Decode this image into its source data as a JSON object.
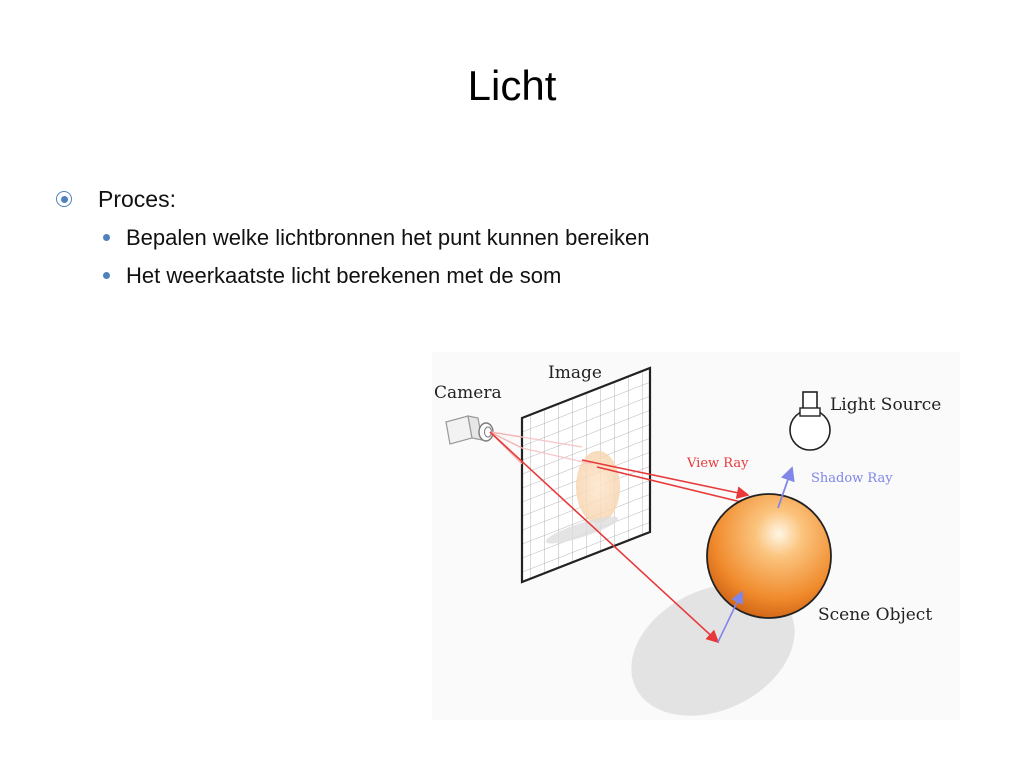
{
  "slide": {
    "title": "Licht",
    "bullets": {
      "level1": "Proces:",
      "level2": [
        "Bepalen welke lichtbronnen het punt kunnen bereiken",
        "Het weerkaatste licht berekenen met de som"
      ]
    }
  },
  "diagram": {
    "labels": {
      "camera": "Camera",
      "image": "Image",
      "light_source": "Light Source",
      "view_ray": "View Ray",
      "shadow_ray": "Shadow Ray",
      "scene_object": "Scene Object"
    },
    "colors": {
      "bullet_accent": "#4f81bd",
      "view_ray": "#e8393a",
      "shadow_ray": "#7f86e8",
      "sphere": "#f08a2c",
      "shadow": "#e3e3e3"
    },
    "icons": [
      "camera-icon",
      "light-bulb-icon"
    ]
  }
}
